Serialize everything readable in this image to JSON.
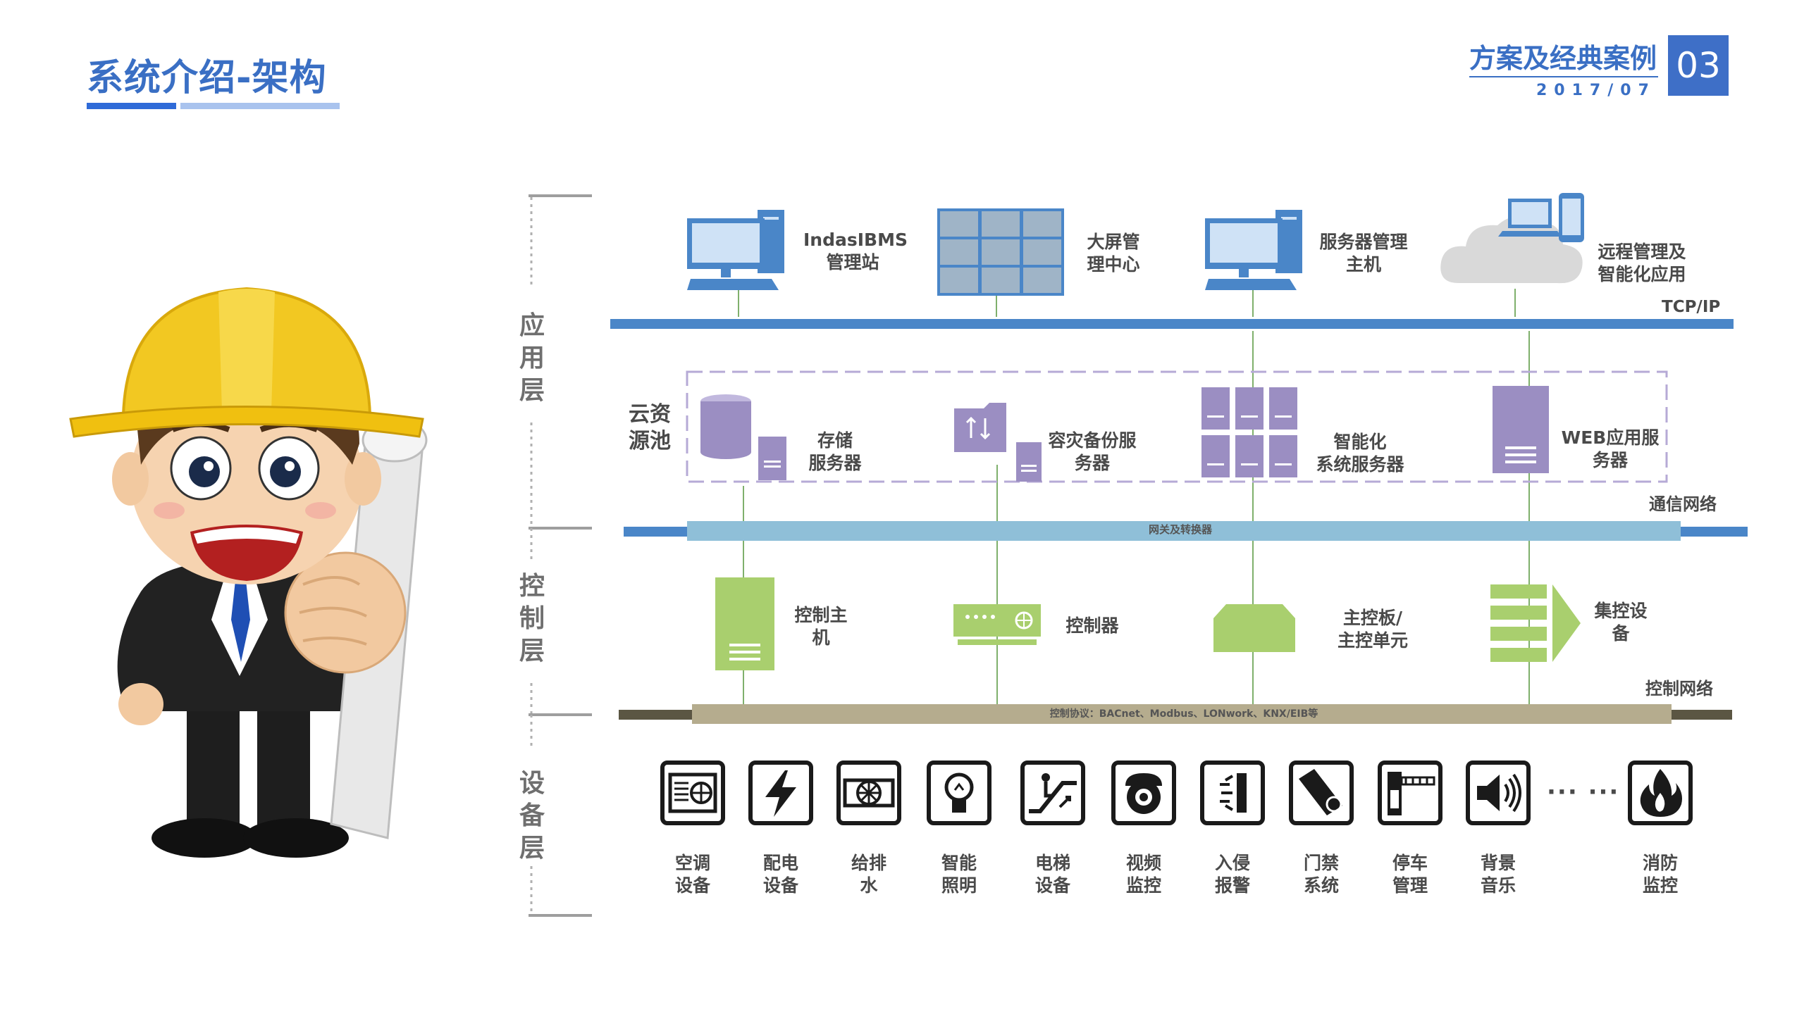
{
  "header": {
    "title": "系统介绍-架构",
    "right_title": "方案及经典案例",
    "date": "2017/07",
    "page_number": "03"
  },
  "layers": {
    "application": "应用层",
    "control": "控制层",
    "device": "设备层"
  },
  "app_nodes": {
    "workstation": [
      "IndasIBMS",
      "管理站"
    ],
    "screen": [
      "大屏管",
      "理中心"
    ],
    "server_host": [
      "服务器管理",
      "主机"
    ],
    "remote": [
      "远程管理及",
      "智能化应用"
    ]
  },
  "buses": {
    "tcpip": "TCP/IP",
    "comm_net": "通信网络",
    "gateway": "网关及转换器",
    "control_net": "控制网络",
    "control_protocol": "控制协议：BACnet、Modbus、LONwork、KNX/EIB等"
  },
  "cloud_pool": {
    "title": [
      "云资",
      "源池"
    ],
    "storage": [
      "存储",
      "服务器"
    ],
    "backup": [
      "容灾备份服",
      "务器"
    ],
    "intel": [
      "智能化",
      "系统服务器"
    ],
    "web": [
      "WEB应用服",
      "务器"
    ]
  },
  "control_nodes": {
    "host": [
      "控制主",
      "机"
    ],
    "controller": "控制器",
    "board": [
      "主控板/",
      "主控单元"
    ],
    "centralized": [
      "集控设",
      "备"
    ]
  },
  "devices": [
    {
      "label": [
        "空调",
        "设备"
      ],
      "icon": "hvac-icon"
    },
    {
      "label": [
        "配电",
        "设备"
      ],
      "icon": "power-icon"
    },
    {
      "label": [
        "给排",
        "水"
      ],
      "icon": "water-icon"
    },
    {
      "label": [
        "智能",
        "照明"
      ],
      "icon": "bulb-icon"
    },
    {
      "label": [
        "电梯",
        "设备"
      ],
      "icon": "escalator-icon"
    },
    {
      "label": [
        "视频",
        "监控"
      ],
      "icon": "camera-icon"
    },
    {
      "label": [
        "入侵",
        "报警"
      ],
      "icon": "alarm-icon"
    },
    {
      "label": [
        "门禁",
        "系统"
      ],
      "icon": "access-card-icon"
    },
    {
      "label": [
        "停车",
        "管理"
      ],
      "icon": "parking-gate-icon"
    },
    {
      "label": [
        "背景",
        "音乐"
      ],
      "icon": "speaker-icon"
    },
    {
      "label": [
        "消防",
        "监控"
      ],
      "icon": "fire-icon"
    }
  ],
  "ellipsis": "··· ···",
  "colors": {
    "accent_blue": "#3a6fc4",
    "bus_blue": "#4a86c8",
    "gateway_bar": "#8fbfd8",
    "cloud_purple": "#9b8ec2",
    "control_green": "#a9cf6e",
    "control_bar": "#b5ac8e"
  }
}
